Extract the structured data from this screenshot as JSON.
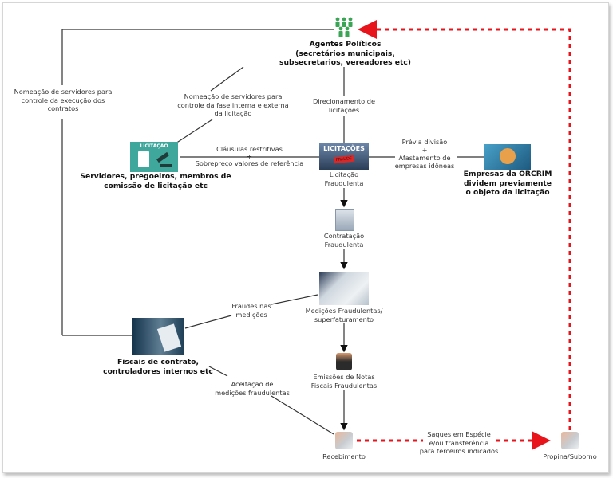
{
  "nodes": {
    "agentes": {
      "title": "Agentes Políticos",
      "line2": "(secretários municipais,",
      "line3": "subsecretarios, vereadores etc)"
    },
    "servidores": {
      "image_caption": "LICITAÇÃO",
      "line1": "Servidores, pregoeiros, membros de",
      "line2": "comissão de licitação etc"
    },
    "licitacao": {
      "image_caption": "LICITAÇÕES",
      "stamp": "FRAUDE",
      "line1": "Licitação",
      "line2": "Fraudulenta"
    },
    "empresas": {
      "line1": "Empresas da ORCRIM",
      "line2": "dividem previamente",
      "line3": "o objeto da licitação"
    },
    "contratacao": {
      "line1": "Contratação",
      "line2": "Fraudulenta"
    },
    "medicoes": {
      "line1": "Medições Fraudulentas/",
      "line2": "superfaturamento"
    },
    "fiscais": {
      "line1": "Fiscais de contrato,",
      "line2": "controladores internos etc"
    },
    "emissoes": {
      "line1": "Emissões de Notas",
      "line2": "Fiscais Fraudulentas"
    },
    "recebimento": {
      "line1": "Recebimento"
    },
    "propina": {
      "line1": "Propina/Suborno"
    }
  },
  "edges": {
    "nomeacao_execucao": [
      "Nomeação de servidores para",
      "controle da execução dos",
      "contratos"
    ],
    "nomeacao_fase": [
      "Nomeação de servidores para",
      "controle da fase interna e externa",
      "da licitação"
    ],
    "direcionamento": [
      "Direcionamento de",
      "licitações"
    ],
    "clausulas": {
      "top": "Cláusulas restritivas",
      "plus": "+",
      "bottom": "Sobrepreço valores de referência"
    },
    "previa": {
      "top": "Prévia divisão",
      "plus": "+",
      "bottom1": "Afastamento de",
      "bottom2": "empresas idôneas"
    },
    "fraudes": [
      "Fraudes nas",
      "medições"
    ],
    "aceitacao": [
      "Aceitação de",
      "medições fraudulentas"
    ],
    "saques": [
      "Saques em Espécie",
      "e/ou transferência",
      "para terceiros indicados"
    ]
  },
  "colors": {
    "line": "#333333",
    "dashed": "#e8141c",
    "people": "#3aa655",
    "teal": "#3fa79c"
  }
}
